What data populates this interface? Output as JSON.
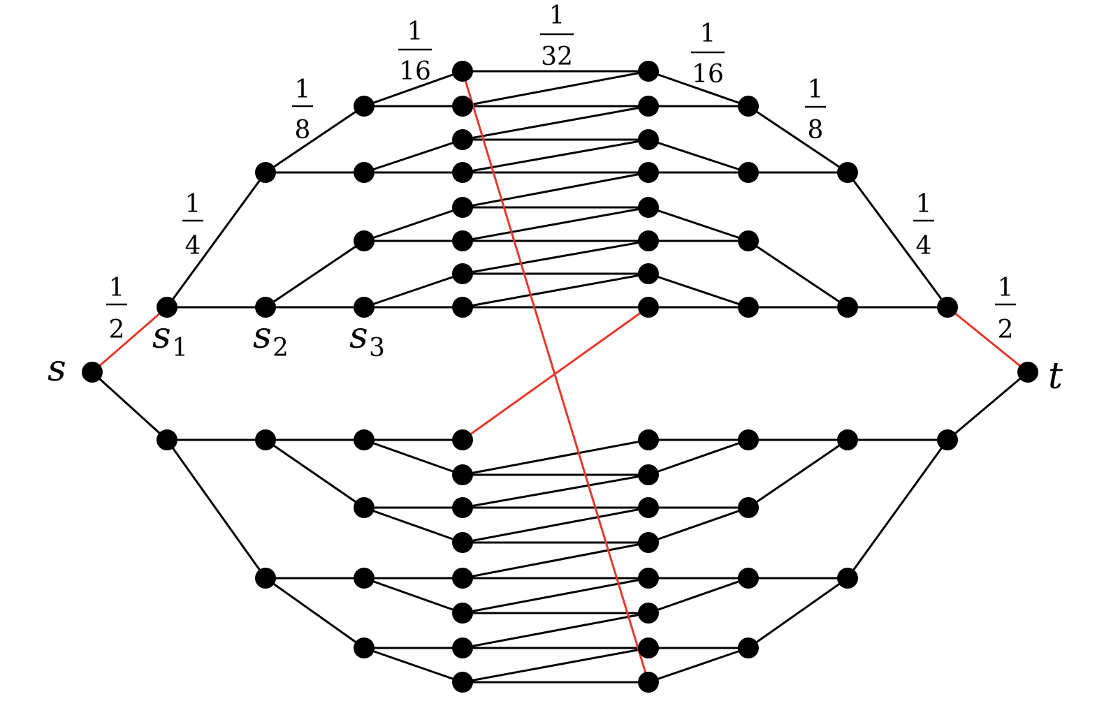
{
  "colors": {
    "edge": "#000000",
    "highlight": "#e8372a",
    "node": "#000000"
  },
  "labels": {
    "s": "s",
    "t": "t",
    "s1": {
      "base": "s",
      "sub": "1"
    },
    "s2": {
      "base": "s",
      "sub": "2"
    },
    "s3": {
      "base": "s",
      "sub": "3"
    }
  },
  "fractions": {
    "left_half": {
      "num": "1",
      "den": "2"
    },
    "left_quarter": {
      "num": "1",
      "den": "4"
    },
    "left_eighth": {
      "num": "1",
      "den": "8"
    },
    "left_sixteenth": {
      "num": "1",
      "den": "16"
    },
    "middle": {
      "num": "1",
      "den": "32"
    },
    "right_sixteenth": {
      "num": "1",
      "den": "16"
    },
    "right_eighth": {
      "num": "1",
      "den": "8"
    },
    "right_quarter": {
      "num": "1",
      "den": "4"
    },
    "right_half": {
      "num": "1",
      "den": "2"
    }
  }
}
